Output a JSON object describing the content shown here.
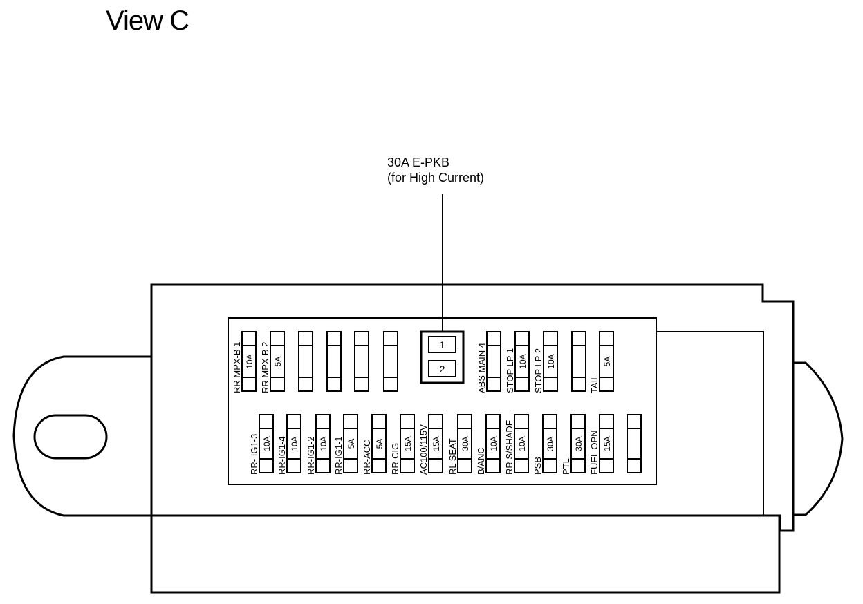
{
  "view_title": "View C",
  "callout": {
    "line1": "30A E-PKB",
    "line2": "(for High Current)"
  },
  "relay_slots": [
    "1",
    "2"
  ],
  "top_row": [
    {
      "name": "RR MPX-B 1",
      "amp": "10A"
    },
    {
      "name": "RR MPX-B 2",
      "amp": "5A"
    },
    {
      "name": "",
      "amp": ""
    },
    {
      "name": "",
      "amp": ""
    },
    {
      "name": "",
      "amp": ""
    },
    {
      "name": "",
      "amp": ""
    },
    {
      "name": "ABS MAIN 4",
      "amp": ""
    },
    {
      "name": "STOP LP 1",
      "amp": "10A"
    },
    {
      "name": "STOP LP 2",
      "amp": "10A"
    },
    {
      "name": "",
      "amp": ""
    },
    {
      "name": "TAIL",
      "amp": "5A"
    }
  ],
  "bottom_row": [
    {
      "name": "RR- IG1-3",
      "amp": "10A"
    },
    {
      "name": "RR-IG1-4",
      "amp": "10A"
    },
    {
      "name": "RR-IG1-2",
      "amp": "10A"
    },
    {
      "name": "RR-IG1-1",
      "amp": "5A"
    },
    {
      "name": "RR-ACC",
      "amp": "5A"
    },
    {
      "name": "RR-CIG",
      "amp": "15A"
    },
    {
      "name": "AC100/115V",
      "amp": "15A"
    },
    {
      "name": "RL SEAT",
      "amp": "30A"
    },
    {
      "name": "B/ANC",
      "amp": "10A"
    },
    {
      "name": "RR S/SHADE",
      "amp": "10A"
    },
    {
      "name": "PSB",
      "amp": "30A"
    },
    {
      "name": "PTL",
      "amp": "30A"
    },
    {
      "name": "FUEL OPN",
      "amp": "15A"
    },
    {
      "name": "",
      "amp": ""
    }
  ]
}
